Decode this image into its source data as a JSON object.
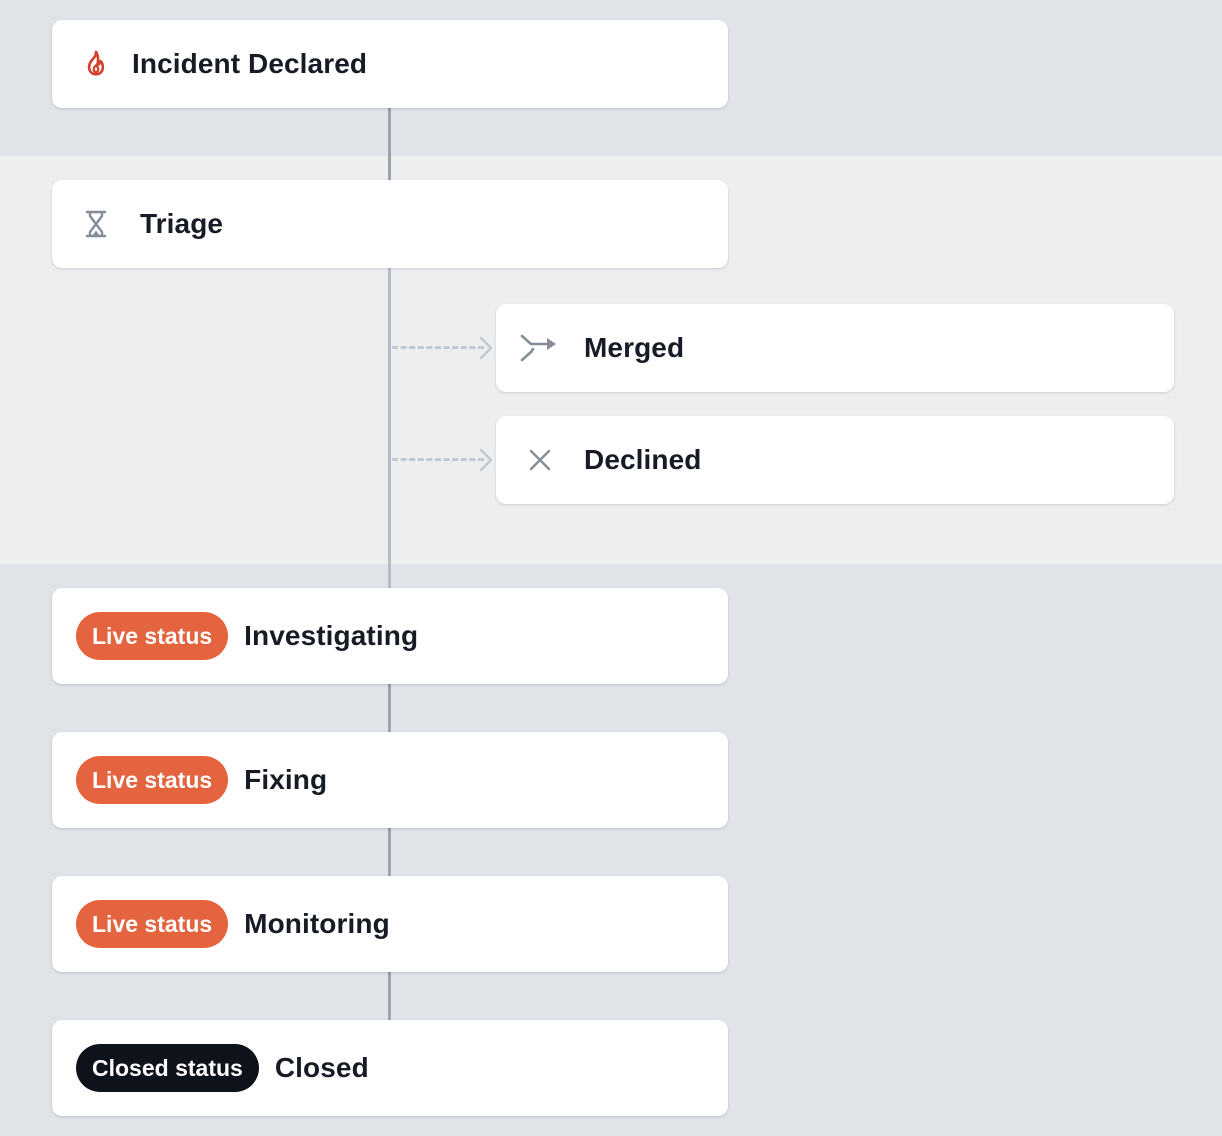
{
  "colors": {
    "background": "#e0e3e8",
    "triage_band": "#edeef0",
    "live_pill": "#e3643f",
    "closed_pill": "#0e121b",
    "fire_icon": "#d1432f",
    "connector": "#9aa3b0"
  },
  "workflow": {
    "declared": {
      "label": "Incident Declared",
      "icon": "fire-icon"
    },
    "triage": {
      "label": "Triage",
      "icon": "hourglass-icon",
      "branches": [
        {
          "label": "Merged",
          "icon": "merge-arrow-icon"
        },
        {
          "label": "Declined",
          "icon": "close-x-icon"
        }
      ]
    },
    "statuses": [
      {
        "pill": "Live status",
        "label": "Investigating"
      },
      {
        "pill": "Live status",
        "label": "Fixing"
      },
      {
        "pill": "Live status",
        "label": "Monitoring"
      },
      {
        "pill": "Closed status",
        "label": "Closed"
      }
    ]
  }
}
